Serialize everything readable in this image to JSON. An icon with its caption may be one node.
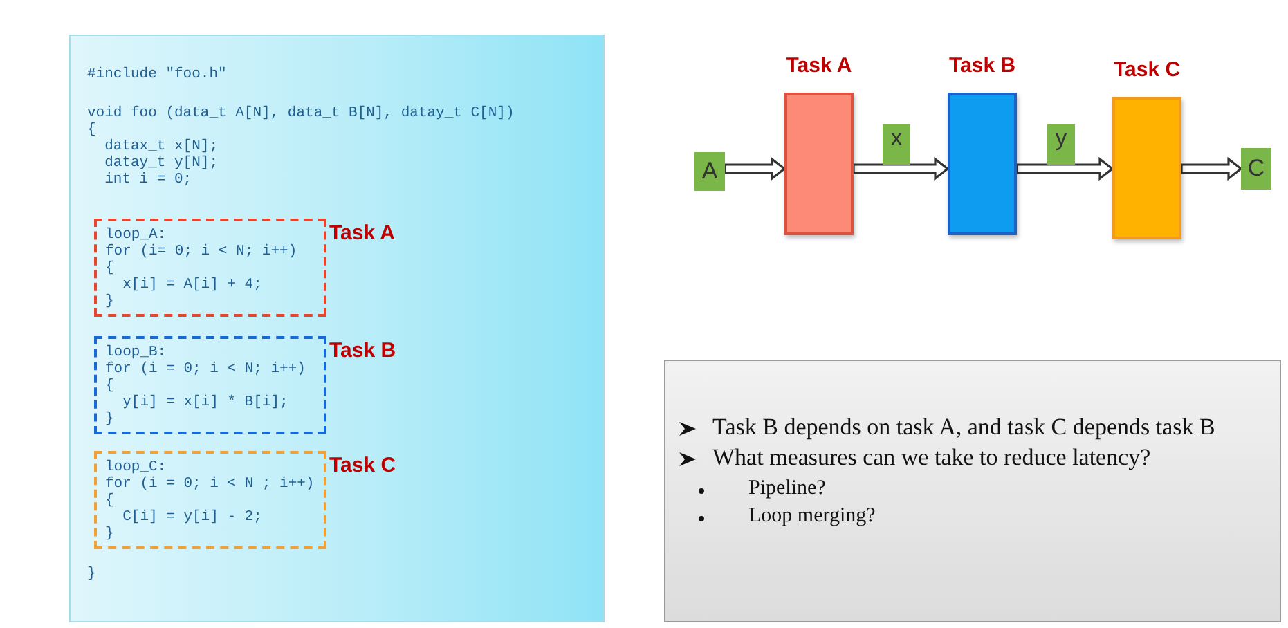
{
  "diagram": {
    "nodes": [
      {
        "text": [
          "#include \"foo.h\"",
          "void foo (data_t A[N], data_t B[N], datay_t C[N])",
          "{",
          "datax_t x[N];",
          "datay_t y[N];",
          "int i = 0;",
          "}"
        ]
      },
      {
        "text": [
          "Task A",
          "loop_A:",
          "for (i= 0; i < N; i++)",
          "{",
          "x[i] = A[i] + 4;",
          "}"
        ],
        "in": 0
      },
      {
        "text": [
          "Task B",
          "loop_B:",
          "for (i = 0; i < N; i++)",
          "{",
          "y[i] = x[i] * B[i];",
          "}"
        ],
        "in": 0
      },
      {
        "text": [
          "Task C",
          "loop_C:",
          "for (i = 0; i < N ; i++)",
          "{",
          "C[i] = y[i] - 2;",
          "}"
        ],
        "in": 0
      },
      {
        "text": [
          "A"
        ]
      },
      {
        "text": [
          "Task A"
        ]
      },
      {
        "text": [
          "Task B"
        ]
      },
      {
        "text": [
          "Task C"
        ]
      },
      {
        "text": [
          "C"
        ]
      },
      {
        "text": [
          "Task B depends on task A, and task C depends task B",
          "What measures can we take to reduce latency?",
          "Pipeline?",
          "Loop merging?"
        ]
      },
      {
        "text": [
          "x"
        ]
      },
      {
        "text": [
          "y"
        ]
      }
    ],
    "edges": [
      {
        "from": 4,
        "to": 5,
        "arrow": "to"
      },
      {
        "from": 5,
        "to": 6,
        "arrow": "to"
      },
      {
        "from": 6,
        "to": 7,
        "arrow": "to"
      },
      {
        "from": 7,
        "to": 8,
        "arrow": "to"
      }
    ]
  }
}
